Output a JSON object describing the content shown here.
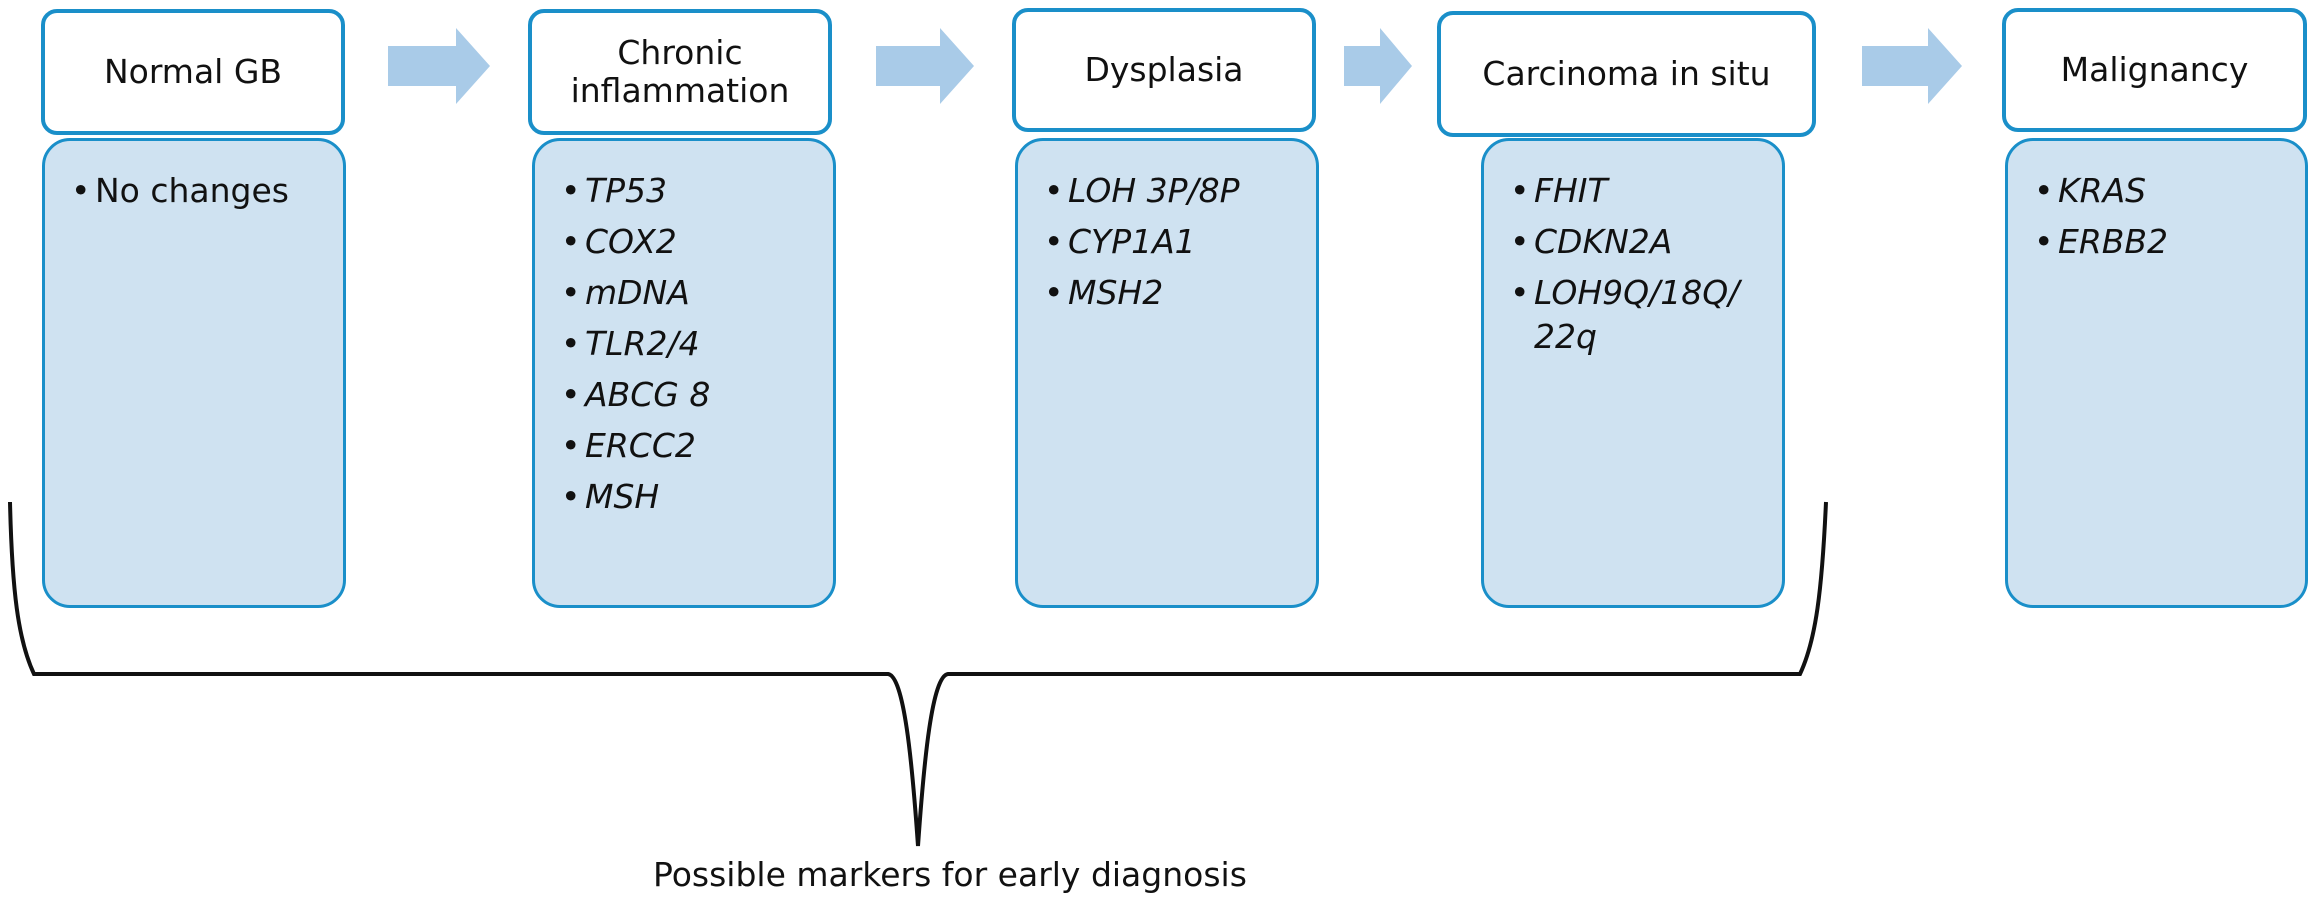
{
  "stages": [
    {
      "title": "Normal GB",
      "markers": [
        "No changes"
      ],
      "italic": false
    },
    {
      "title": "Chronic\ninflammation",
      "markers": [
        "TP53",
        "COX2",
        "mDNA",
        "TLR2/4",
        "ABCG 8",
        "ERCC2",
        "MSH"
      ],
      "italic": true
    },
    {
      "title": "Dysplasia",
      "markers": [
        "LOH 3P/8P",
        "CYP1A1",
        "MSH2"
      ],
      "italic": true
    },
    {
      "title": "Carcinoma in situ",
      "markers": [
        "FHIT",
        "CDKN2A",
        "LOH9Q/18Q/\n22q"
      ],
      "italic": true
    },
    {
      "title": "Malignancy",
      "markers": [
        "KRAS",
        "ERBB2"
      ],
      "italic": true
    }
  ],
  "caption": "Possible markers for early diagnosis",
  "colors": {
    "box_border": "#1a8fc9",
    "list_fill": "#cfe2f1",
    "arrow_fill": "#a9cbe8",
    "brace_stroke": "#111111"
  },
  "icons": {
    "arrow": "right-arrow-icon",
    "bullet": "bullet-icon"
  }
}
